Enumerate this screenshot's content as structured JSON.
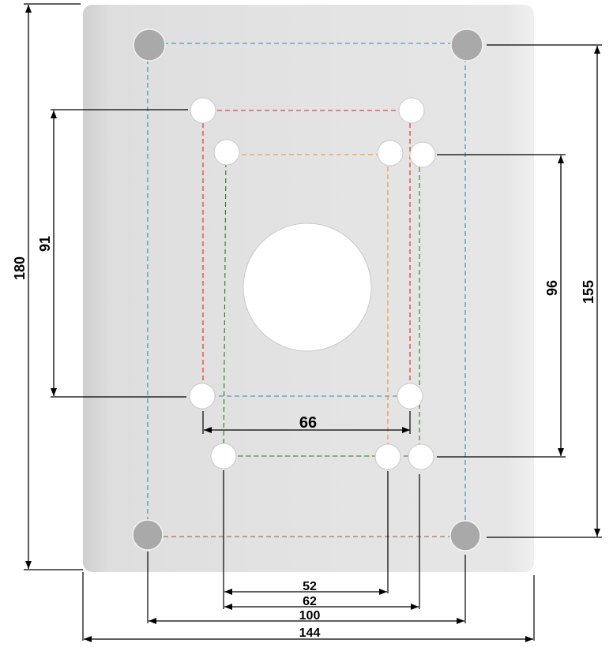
{
  "dimensions": {
    "overall_height": "180",
    "overall_width": "144",
    "red_pattern_height": "91",
    "red_pattern_width": "66",
    "corner_pattern_height": "155",
    "corner_pattern_width": "100",
    "green_pattern_height": "96",
    "orange_pattern_width": "52",
    "green_pattern_width": "62"
  },
  "colors": {
    "plate": "#dcdcdc",
    "corner_hole": "#a9a9a9",
    "blue_pattern": "#2a8fb0",
    "red_pattern": "#e02020",
    "orange_pattern": "#f0902a",
    "green_pattern": "#2a7a1a"
  }
}
